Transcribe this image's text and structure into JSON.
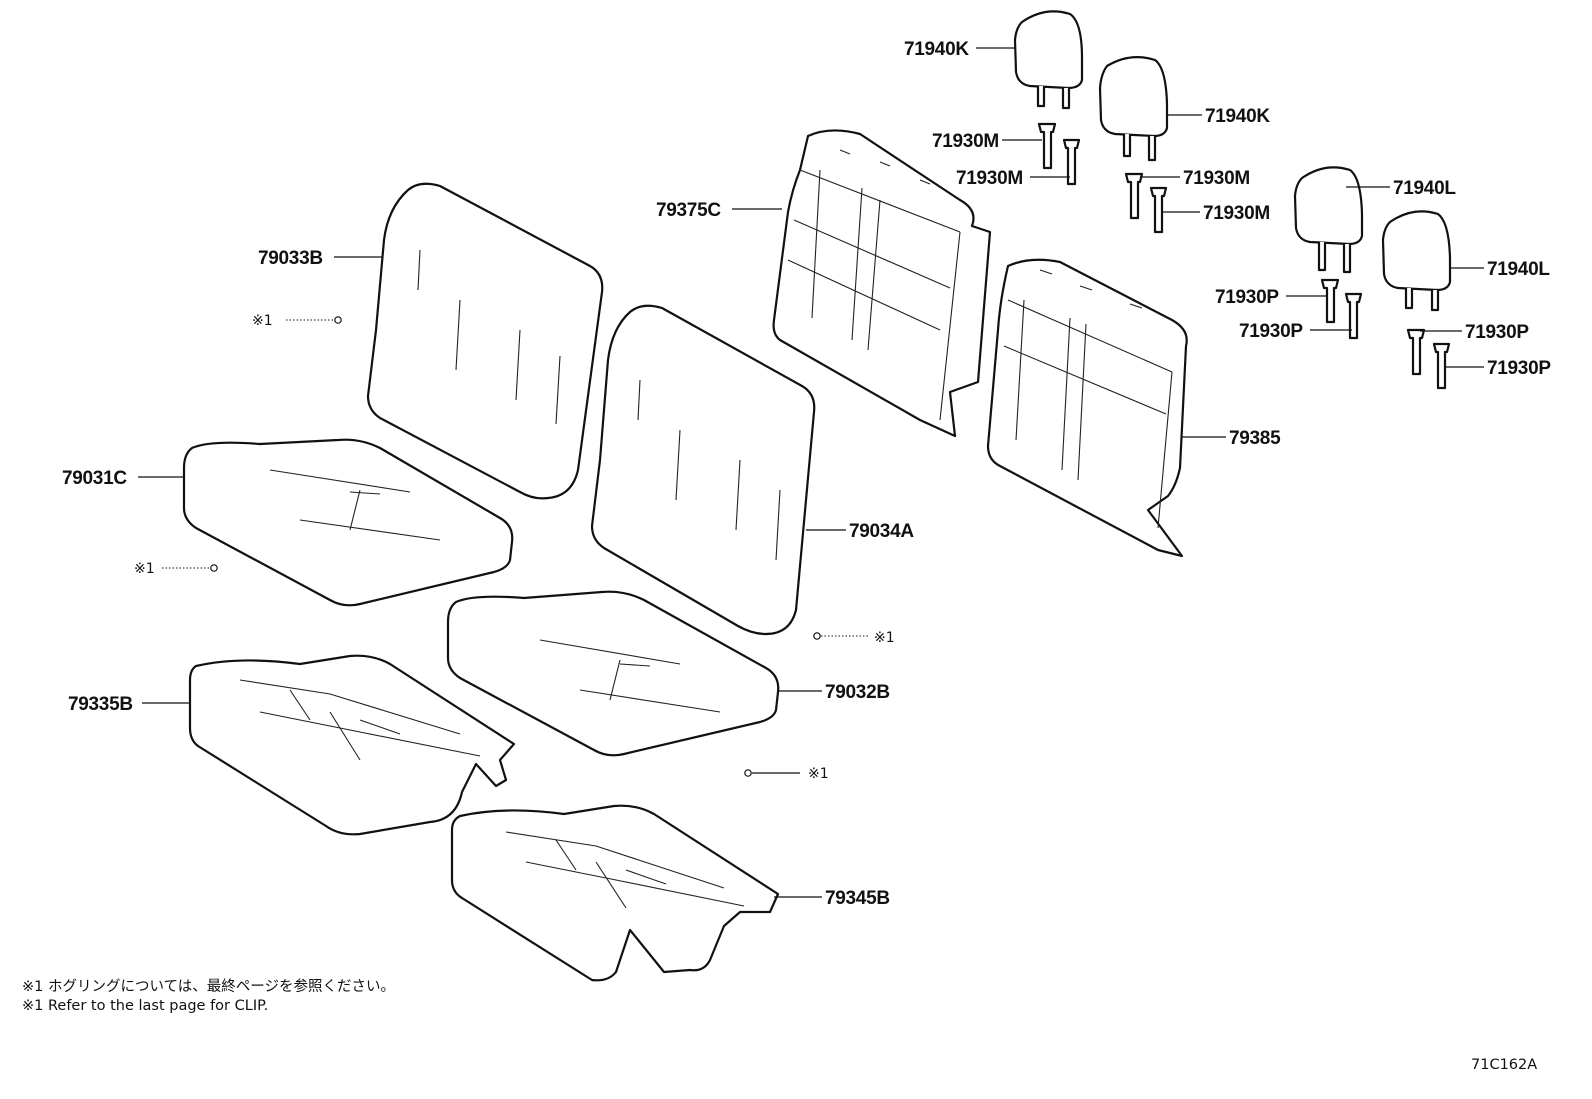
{
  "parts": {
    "headrest_k_1": "71940K",
    "headrest_k_2": "71940K",
    "headrest_l_1": "71940L",
    "headrest_l_2": "71940L",
    "guide_m_1": "71930M",
    "guide_m_2": "71930M",
    "guide_m_3": "71930M",
    "guide_m_4": "71930M",
    "guide_p_1": "71930P",
    "guide_p_2": "71930P",
    "guide_p_3": "71930P",
    "guide_p_4": "71930P",
    "back_cover_left": "79375C",
    "back_cover_right": "79385",
    "back_pad_left": "79033B",
    "back_pad_right": "79034A",
    "cushion_pad_left": "79031C",
    "cushion_pad_right": "79032B",
    "cushion_cover_left": "79335B",
    "cushion_cover_right": "79345B"
  },
  "clip_refs": {
    "ref_1": "※1",
    "ref_2": "※1",
    "ref_3": "※1",
    "ref_4": "※1"
  },
  "notes": {
    "japanese": "※1 ホグリングについては、最終ページを参照ください。",
    "english": "※1 Refer to the last page for CLIP."
  },
  "diagram_code": "71C162A"
}
